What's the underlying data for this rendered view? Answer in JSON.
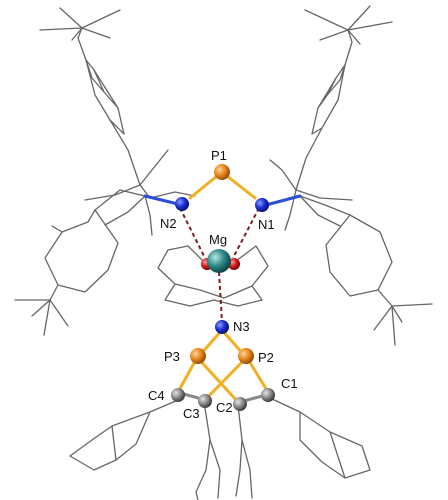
{
  "atom_colors": {
    "P": "#e8861c",
    "N": "#1a2fd6",
    "Mg": "#2e8a8a",
    "O": "#d81818",
    "C": "#8a8a8a",
    "wire": "#666666",
    "coordination_bond": "#7a1f1f"
  },
  "labels": {
    "P1": "P1",
    "N1": "N1",
    "N2": "N2",
    "Mg": "Mg",
    "N3": "N3",
    "P2": "P2",
    "P3": "P3",
    "C1": "C1",
    "C2": "C2",
    "C3": "C3",
    "C4": "C4"
  }
}
